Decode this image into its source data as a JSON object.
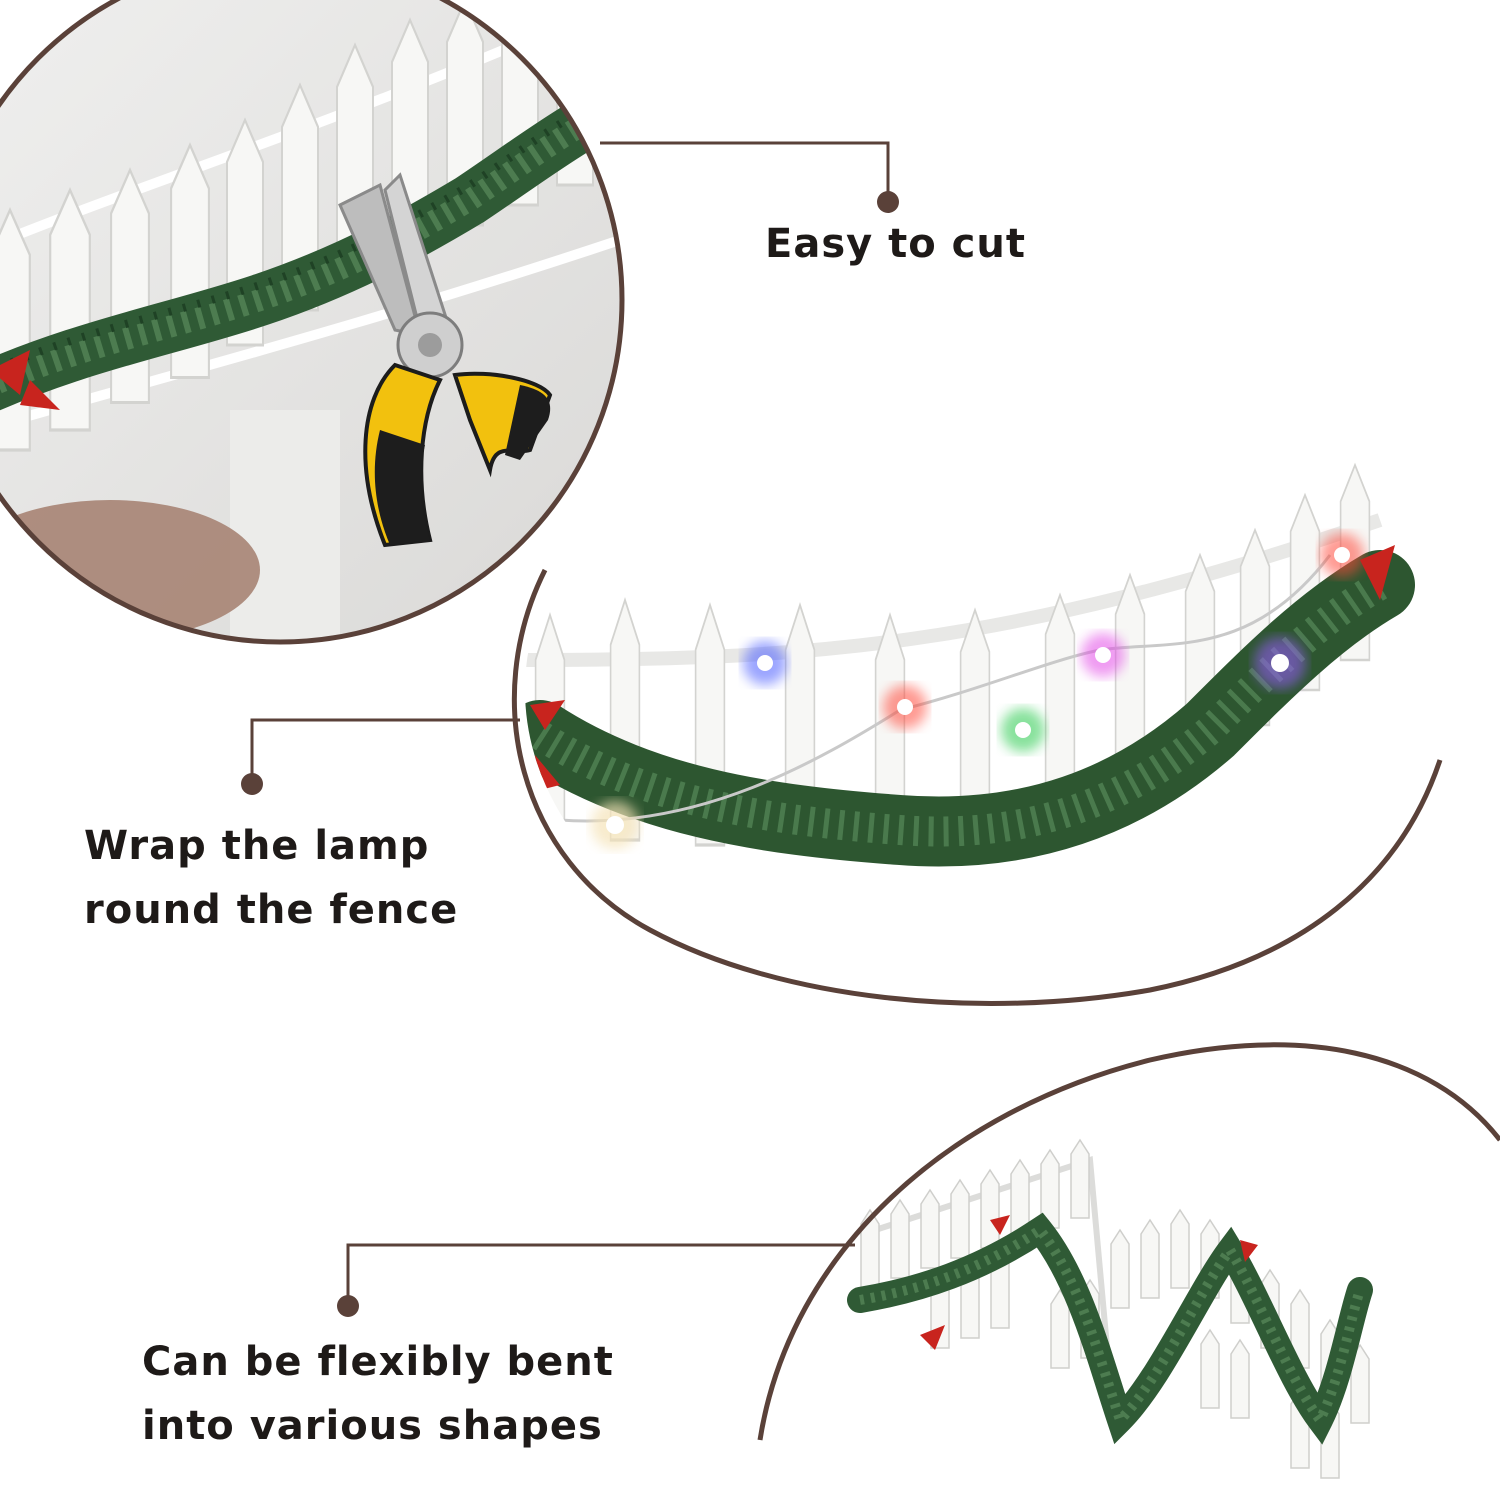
{
  "colors": {
    "accent": "#5a4139",
    "text": "#1e1a18",
    "garland": "#2f5a35",
    "fence": "#f6f6f4",
    "handle_yellow": "#f2c10e"
  },
  "features": [
    {
      "id": "cut",
      "lines": [
        "Easy to cut"
      ],
      "icon": "pliers-icon"
    },
    {
      "id": "wrap",
      "lines": [
        "Wrap the lamp",
        "round the fence"
      ],
      "icon": "string-lights-icon"
    },
    {
      "id": "bend",
      "lines": [
        "Can be flexibly bent",
        "into various shapes"
      ],
      "icon": "zigzag-fence-icon"
    }
  ]
}
